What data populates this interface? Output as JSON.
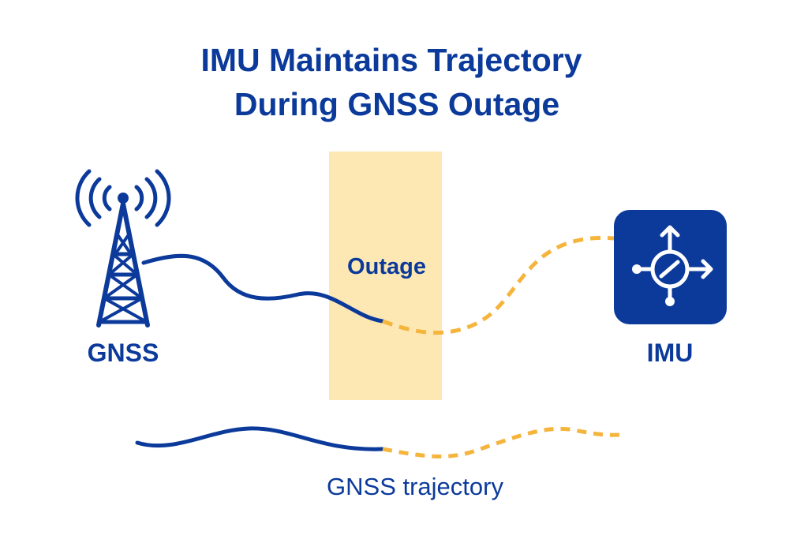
{
  "title": {
    "line1": "IMU Maintains Trajectory",
    "line2": "During GNSS Outage"
  },
  "outage": {
    "label": "Outage"
  },
  "gnss": {
    "label": "GNSS",
    "icon": "antenna-tower-icon"
  },
  "imu": {
    "label": "IMU",
    "icon": "imu-sensor-icon"
  },
  "legend": {
    "label": "GNSS trajectory"
  },
  "colors": {
    "primary": "#0b3a9b",
    "dashed": "#f5b43c",
    "outage_band": "#fde7b2",
    "background": "#ffffff"
  }
}
